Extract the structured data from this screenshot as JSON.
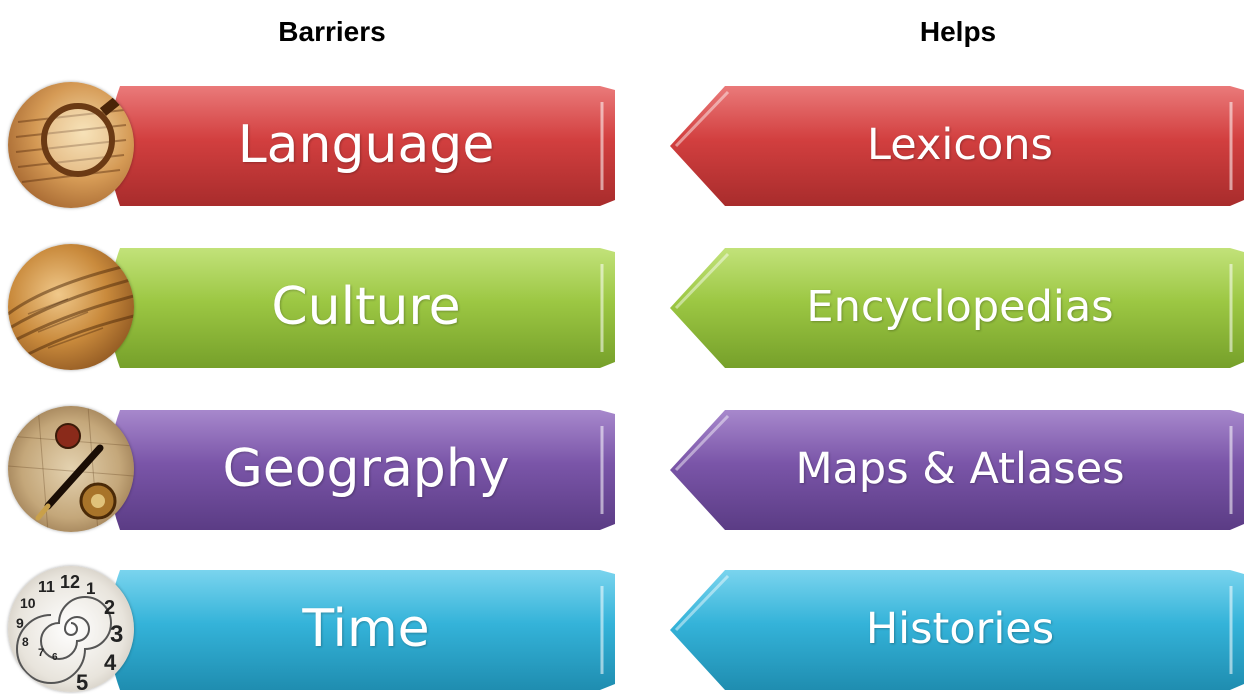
{
  "headings": {
    "barriers": "Barriers",
    "helps": "Helps"
  },
  "rows": [
    {
      "barrier": "Language",
      "help": "Lexicons",
      "color": "#d23f3f",
      "dark": "#a82c2c",
      "light": "#ea7a7a",
      "icon": "magnifier-on-text-icon"
    },
    {
      "barrier": "Culture",
      "help": "Encyclopedias",
      "color": "#9cc743",
      "dark": "#76a02a",
      "light": "#c2e27a",
      "icon": "scroll-icon"
    },
    {
      "barrier": "Geography",
      "help": "Maps & Atlases",
      "color": "#7a55a8",
      "dark": "#5b3c85",
      "light": "#a788cc",
      "icon": "compass-map-icon"
    },
    {
      "barrier": "Time",
      "help": "Histories",
      "color": "#34b3d9",
      "dark": "#1f8db0",
      "light": "#7ad4ee",
      "icon": "spiral-clock-icon"
    }
  ]
}
